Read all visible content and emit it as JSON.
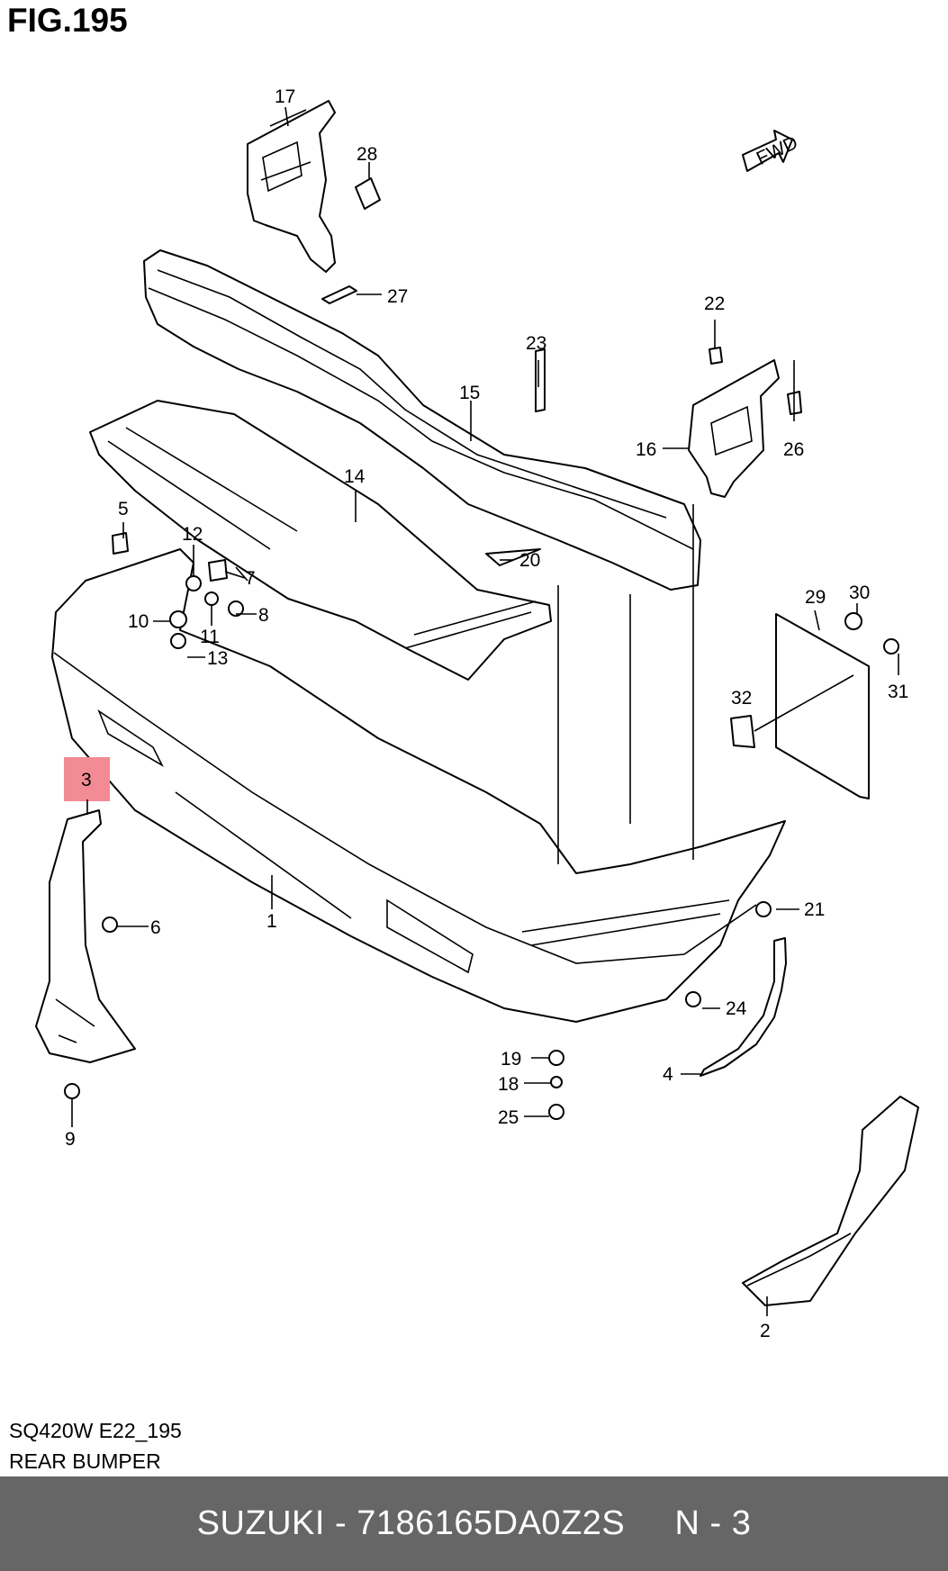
{
  "figure": {
    "title": "FIG.195"
  },
  "orientation": {
    "label": "FWD"
  },
  "callouts": [
    {
      "id": "c1",
      "label": "1"
    },
    {
      "id": "c2",
      "label": "2"
    },
    {
      "id": "c3",
      "label": "3",
      "highlighted": true
    },
    {
      "id": "c4",
      "label": "4"
    },
    {
      "id": "c5",
      "label": "5"
    },
    {
      "id": "c6",
      "label": "6"
    },
    {
      "id": "c7",
      "label": "7"
    },
    {
      "id": "c8",
      "label": "8"
    },
    {
      "id": "c9",
      "label": "9"
    },
    {
      "id": "c10",
      "label": "10"
    },
    {
      "id": "c11",
      "label": "11"
    },
    {
      "id": "c12",
      "label": "12"
    },
    {
      "id": "c13",
      "label": "13"
    },
    {
      "id": "c14",
      "label": "14"
    },
    {
      "id": "c15",
      "label": "15"
    },
    {
      "id": "c16",
      "label": "16"
    },
    {
      "id": "c17",
      "label": "17"
    },
    {
      "id": "c18",
      "label": "18"
    },
    {
      "id": "c19",
      "label": "19"
    },
    {
      "id": "c20",
      "label": "20"
    },
    {
      "id": "c21",
      "label": "21"
    },
    {
      "id": "c22",
      "label": "22"
    },
    {
      "id": "c23",
      "label": "23"
    },
    {
      "id": "c24",
      "label": "24"
    },
    {
      "id": "c25",
      "label": "25"
    },
    {
      "id": "c26",
      "label": "26"
    },
    {
      "id": "c27",
      "label": "27"
    },
    {
      "id": "c28",
      "label": "28"
    },
    {
      "id": "c29",
      "label": "29"
    },
    {
      "id": "c30",
      "label": "30"
    },
    {
      "id": "c31",
      "label": "31"
    },
    {
      "id": "c32",
      "label": "32"
    }
  ],
  "highlight_color": "#f28b94",
  "model_code": "SQ420W E22_195",
  "section_name": "REAR BUMPER",
  "footer": {
    "text": "SUZUKI - 7186165DA0Z2S     N - 3",
    "background": "#666666"
  }
}
